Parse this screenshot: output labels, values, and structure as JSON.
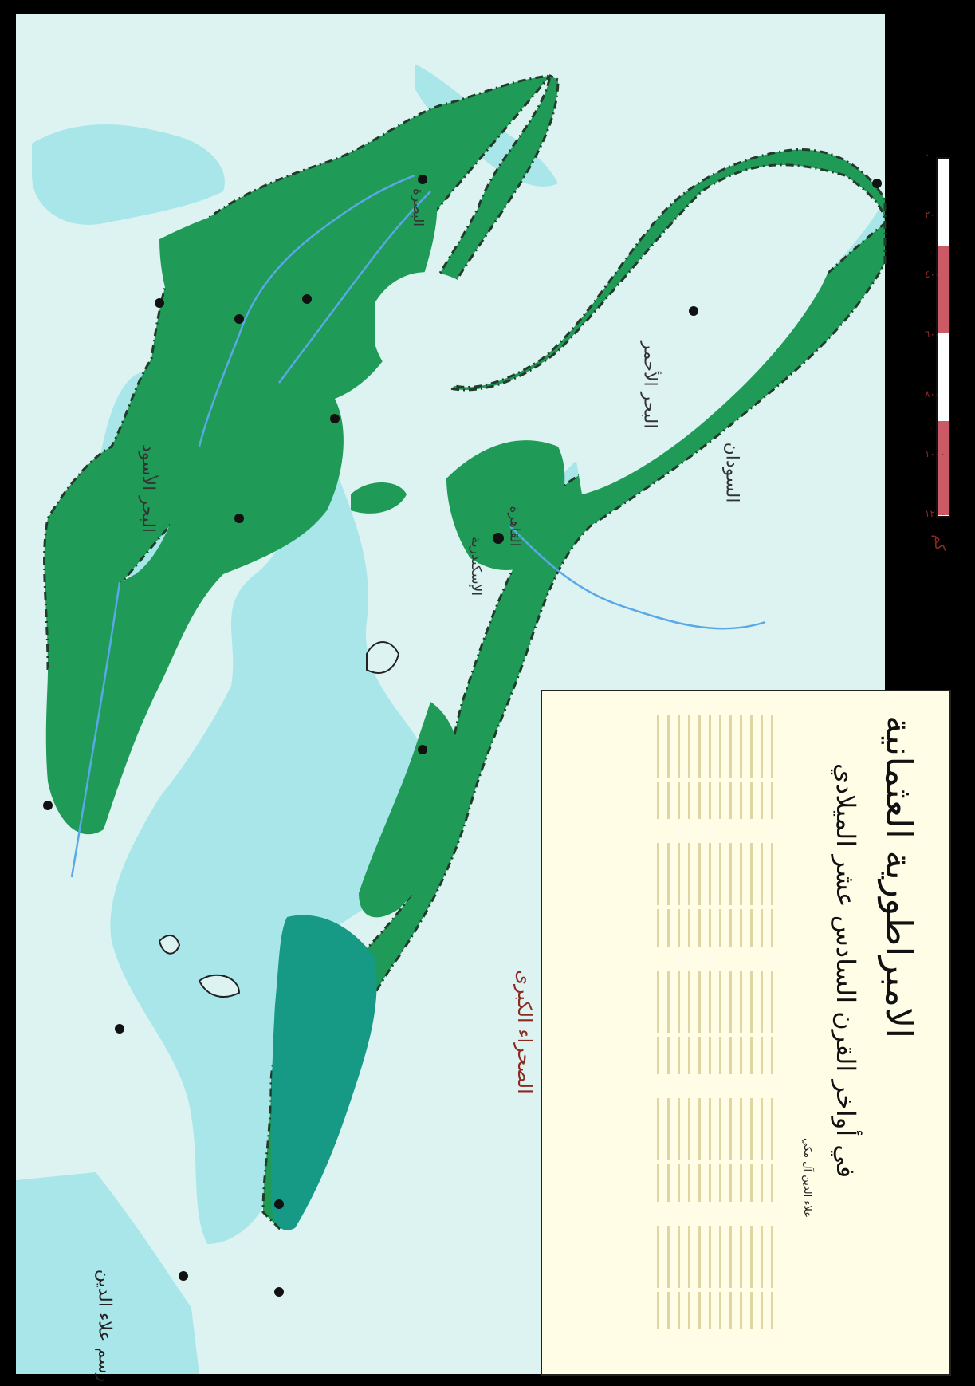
{
  "colors": {
    "empire": "#1f9a57",
    "empire_teal": "#169a86",
    "land": "#ddf3f2",
    "sea": "#a9e6ea",
    "border": "#223b2a",
    "river": "#5aa8e8",
    "city": "#111111",
    "frame": "#000000",
    "title_bg": "#fffde6",
    "accent_red": "#8a2a20"
  },
  "title": {
    "main": "الامبراطورية العثمانية",
    "sub": "في أواخر القرن السادس عشر الميلادي",
    "author": "علاء الدين آل مكي"
  },
  "labels": {
    "black_sea": "البحر الأسود",
    "red_sea": "البحر الأحمر",
    "sudan": "السودان",
    "sahara": "الصحراء الكبرى",
    "alexandria": "الإسكندرية",
    "basra": "البصرة",
    "cairo": "القاهرة"
  },
  "scale": {
    "label": "كم",
    "ticks": [
      "٠",
      "٢٠٠",
      "٤٠٠",
      "٦٠٠",
      "٨٠٠",
      "١٠٠٠",
      "١٢٠٠"
    ]
  },
  "signature": "رسم علاء الدين"
}
